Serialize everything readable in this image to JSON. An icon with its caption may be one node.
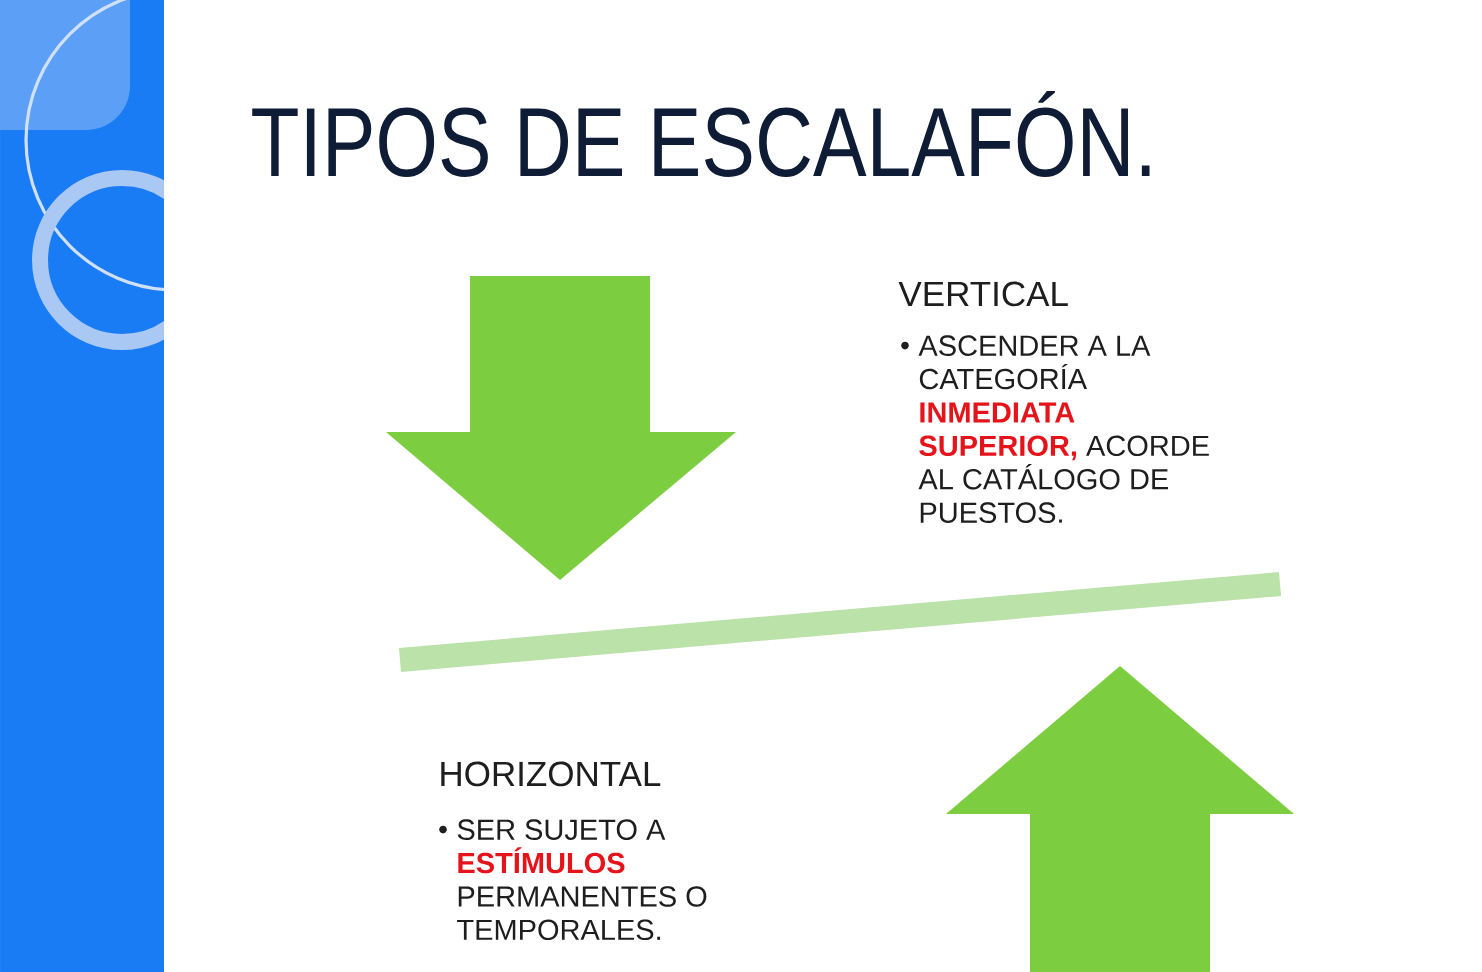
{
  "diagram": {
    "title": "TIPOS DE ESCALAFÓN.",
    "labels": [
      "VERTICAL",
      "ASCENDER A LA CATEGORÍA **INMEDIATA SUPERIOR,** ACORDE AL CATÁLOGO DE PUESTOS.",
      "HORIZONTAL",
      "SER SUJETO A **ESTÍMULOS** PERMANENTES O TEMPORALES."
    ]
  }
}
